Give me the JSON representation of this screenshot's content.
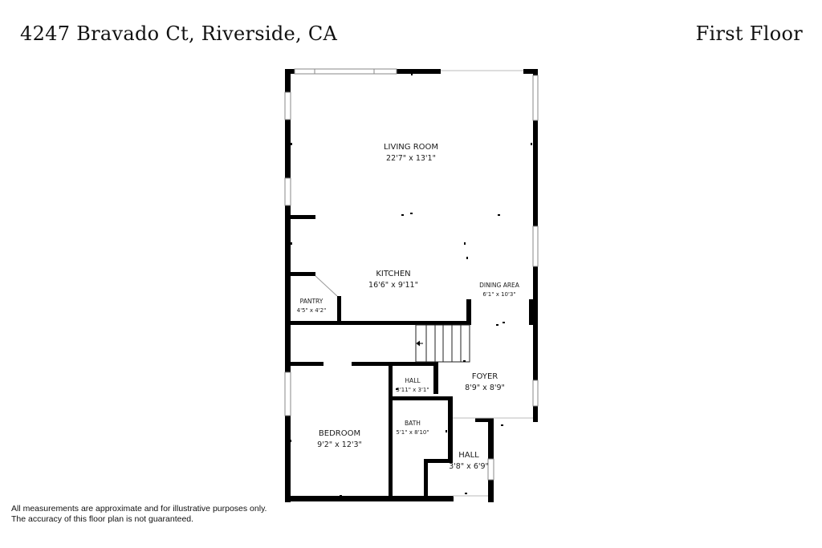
{
  "header": {
    "address": "4247 Bravado Ct, Riverside, CA",
    "floor": "First Floor"
  },
  "rooms": {
    "living_room": {
      "name": "LIVING ROOM",
      "dims": "22'7\" x 13'1\""
    },
    "kitchen": {
      "name": "KITCHEN",
      "dims": "16'6\" x 9'11\""
    },
    "dining_area": {
      "name": "DINING AREA",
      "dims": "6'1\" x 10'3\""
    },
    "pantry": {
      "name": "PANTRY",
      "dims": "4'5\" x 4'2\""
    },
    "foyer": {
      "name": "FOYER",
      "dims": "8'9\" x 8'9\""
    },
    "hall_upper": {
      "name": "HALL",
      "dims": "3'11\" x 3'1\""
    },
    "bath": {
      "name": "BATH",
      "dims": "5'1\" x 8'10\""
    },
    "bedroom": {
      "name": "BEDROOM",
      "dims": "9'2\" x 12'3\""
    },
    "hall_lower": {
      "name": "HALL",
      "dims": "3'8\" x 6'9\""
    }
  },
  "footer": {
    "line1": "All measurements are approximate and for illustrative purposes only.",
    "line2": "The accuracy of this floor plan is not guaranteed."
  }
}
